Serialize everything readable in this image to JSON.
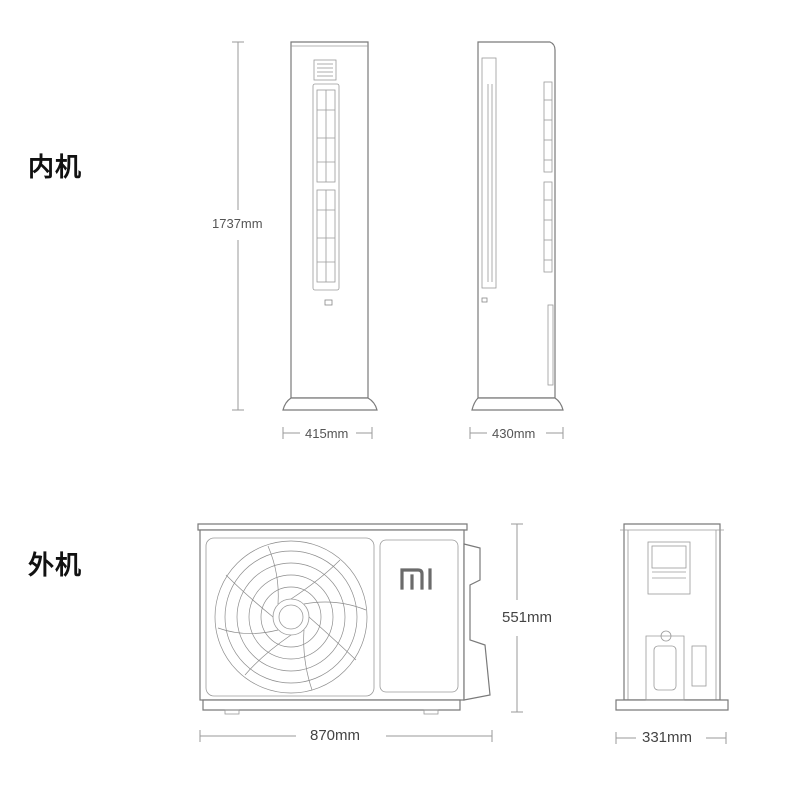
{
  "sections": {
    "indoor_label": "内机",
    "outdoor_label": "外机"
  },
  "dimensions": {
    "indoor_height": "1737mm",
    "indoor_front_width": "415mm",
    "indoor_side_depth": "430mm",
    "outdoor_height": "551mm",
    "outdoor_width": "870mm",
    "outdoor_depth": "331mm"
  },
  "brand": {
    "logo_text": "mi"
  }
}
